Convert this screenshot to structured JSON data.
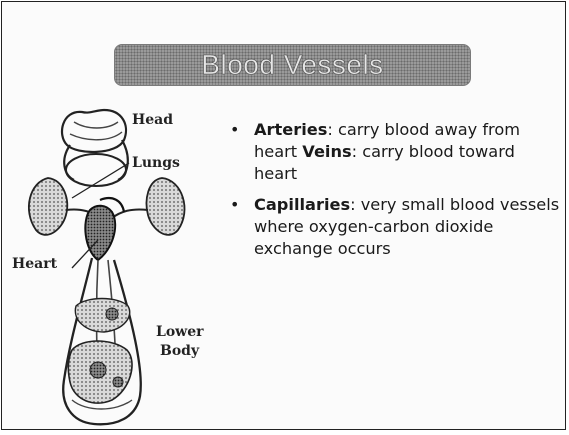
{
  "slide": {
    "title": "Blood Vessels",
    "diagram_labels": {
      "head": "Head",
      "lungs": "Lungs",
      "heart": "Heart",
      "lower_body_line1": "Lower",
      "lower_body_line2": "Body"
    },
    "bullets": [
      {
        "term1": "Arteries",
        "text1": ": carry blood away from heart ",
        "term2": "Veins",
        "text2": ": carry blood toward heart"
      },
      {
        "term1": "Capillaries",
        "text1": ": very small blood vessels where oxygen-carbon dioxide exchange occurs"
      }
    ],
    "bullet_symbol": "•"
  }
}
